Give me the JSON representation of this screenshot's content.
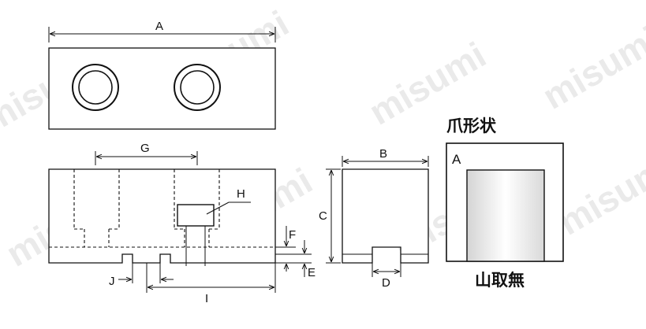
{
  "watermark": "misumi",
  "dimensions": {
    "a": "A",
    "b": "B",
    "c": "C",
    "d": "D",
    "e": "E",
    "f": "F",
    "g": "G",
    "h": "H",
    "i": "I",
    "j": "J"
  },
  "jaw_shape": {
    "title": "爪形状",
    "corner_label": "A",
    "caption": "山取無"
  }
}
